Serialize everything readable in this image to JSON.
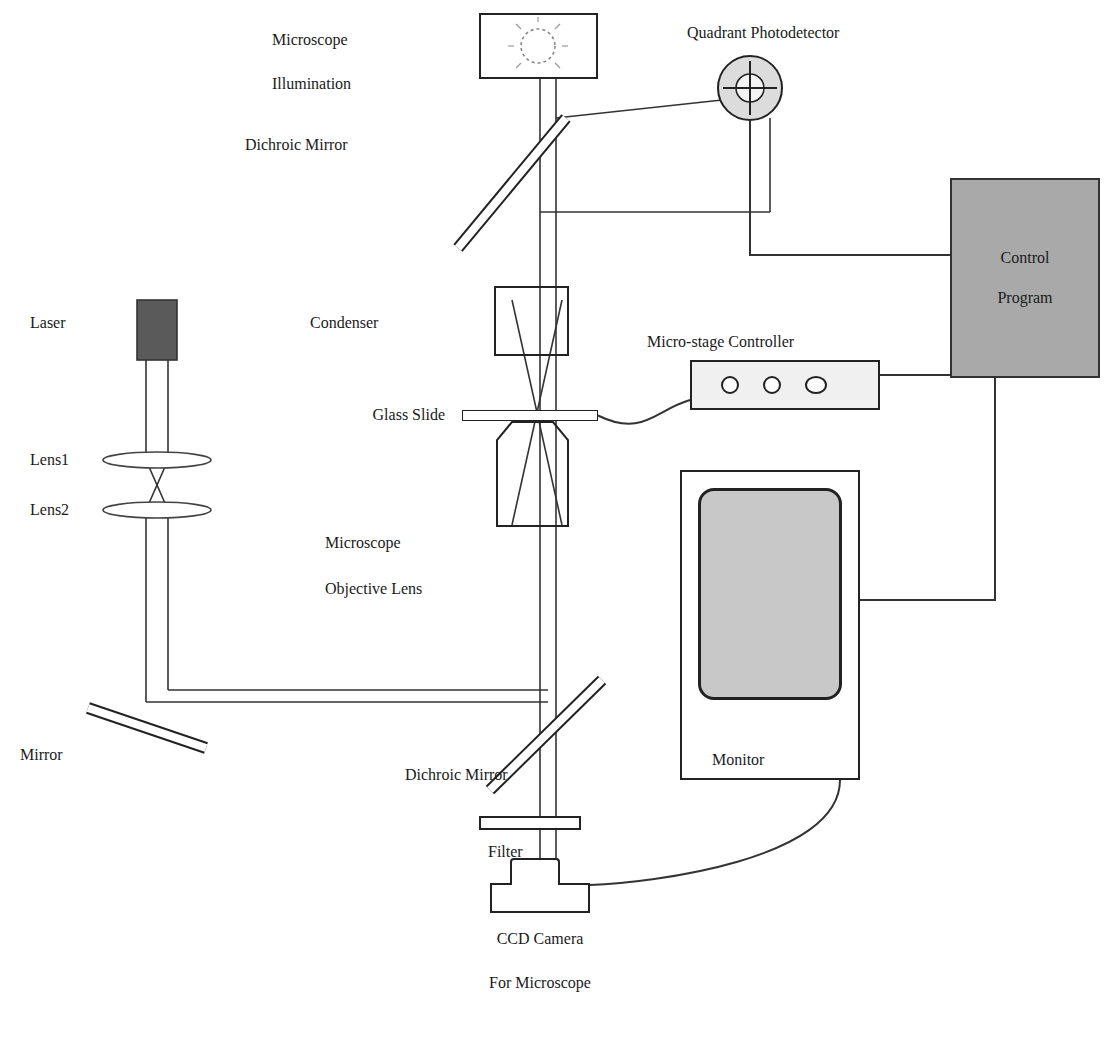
{
  "diagram": {
    "nodes": [
      {
        "text": [
          "Quadrant Photodetector"
        ]
      },
      {
        "text": [
          "Control Program"
        ]
      },
      {
        "text": [
          "Micro-stage Controller"
        ]
      },
      {
        "text": [
          "Glass Slide"
        ]
      },
      {
        "text": [
          "Monitor"
        ]
      },
      {
        "text": [
          "CCD Camera",
          "For Microscope"
        ]
      }
    ],
    "edges": [
      {
        "from": 0,
        "to": 1,
        "arrow": "none"
      },
      {
        "from": 2,
        "to": 1,
        "arrow": "none"
      },
      {
        "from": 1,
        "to": 4,
        "arrow": "none"
      },
      {
        "from": 3,
        "to": 2,
        "arrow": "none"
      },
      {
        "from": 4,
        "to": 5,
        "arrow": "none"
      }
    ],
    "labels": [
      "Microscope Illumination",
      "Dichroic Mirror",
      "Laser",
      "Condenser",
      "Lens1",
      "Lens2",
      "Microscope Objective Lens",
      "Mirror",
      "Dichroic Mirror",
      "Filter"
    ]
  }
}
